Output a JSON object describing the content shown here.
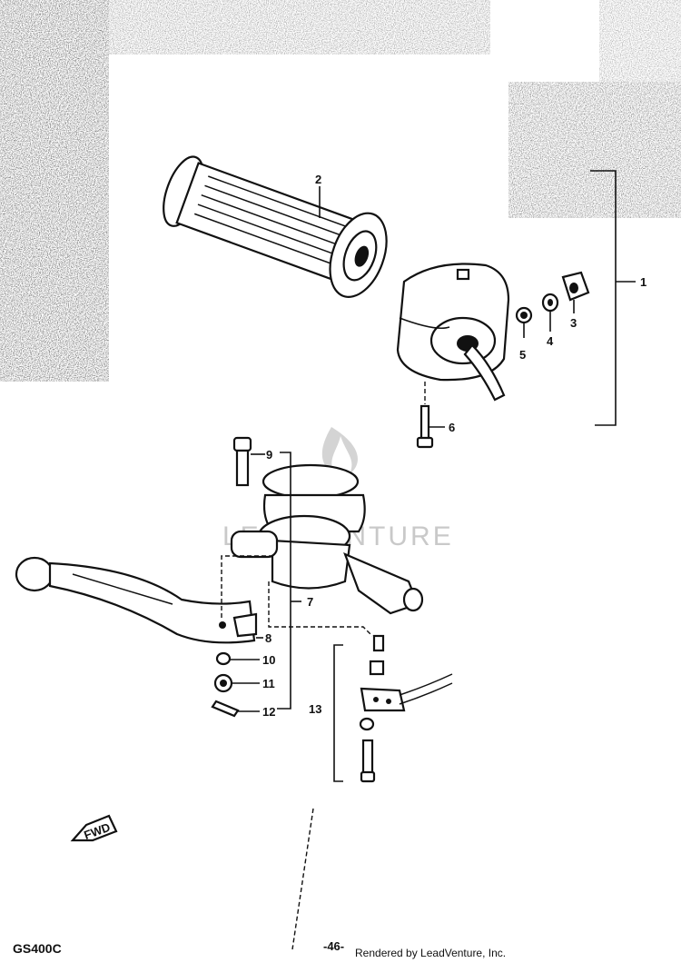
{
  "diagram": {
    "callouts": [
      "1",
      "2",
      "3",
      "4",
      "5",
      "6",
      "7",
      "8",
      "9",
      "10",
      "11",
      "12",
      "13"
    ],
    "watermark": "LEADVENTURE",
    "direction_marker": "FWD"
  },
  "footer": {
    "model_code": "GS400C",
    "page_number": "-46-",
    "render_credit": "Rendered by LeadVenture, Inc."
  }
}
